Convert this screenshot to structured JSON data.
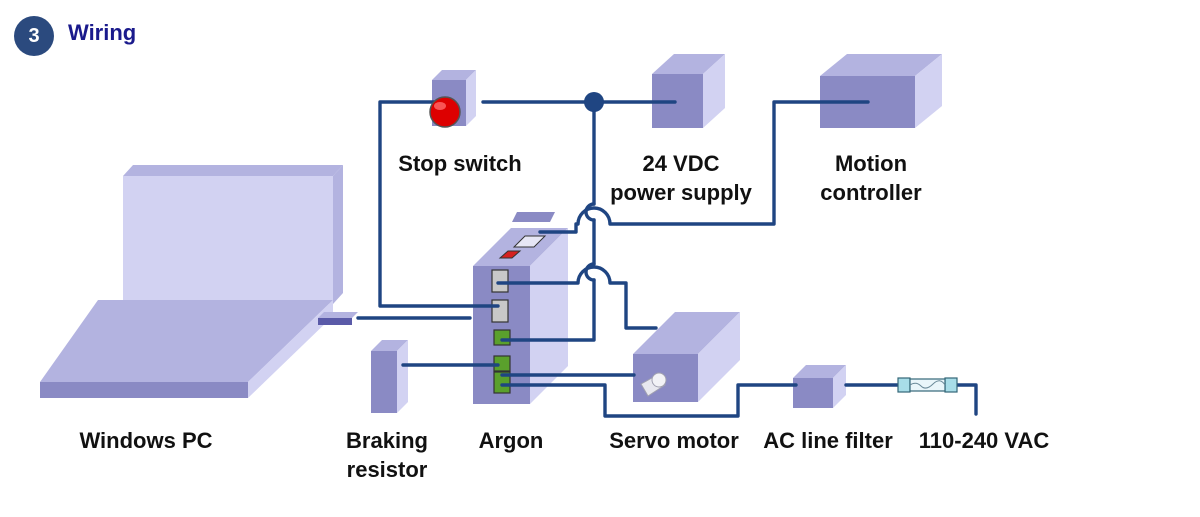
{
  "header": {
    "step_number": "3",
    "title": "Wiring"
  },
  "labels": {
    "stop_switch": "Stop switch",
    "power_supply": "24 VDC\npower supply",
    "motion_controller": "Motion\ncontroller",
    "windows_pc": "Windows PC",
    "braking_resistor": "Braking\nresistor",
    "argon": "Argon",
    "servo_motor": "Servo motor",
    "ac_line_filter": "AC line filter",
    "vac": "110-240 VAC"
  },
  "colors": {
    "wire": "#1f4582",
    "box_front": "#8a8ac4",
    "box_top": "#b3b3e0",
    "box_side": "#d2d2f2",
    "port_gray": "#c8c8c8",
    "port_green": "#5aa02c",
    "led_red": "#d42020",
    "button_red": "#dd0000",
    "badge": "#2b4a7e",
    "title": "#1a1a8c"
  }
}
